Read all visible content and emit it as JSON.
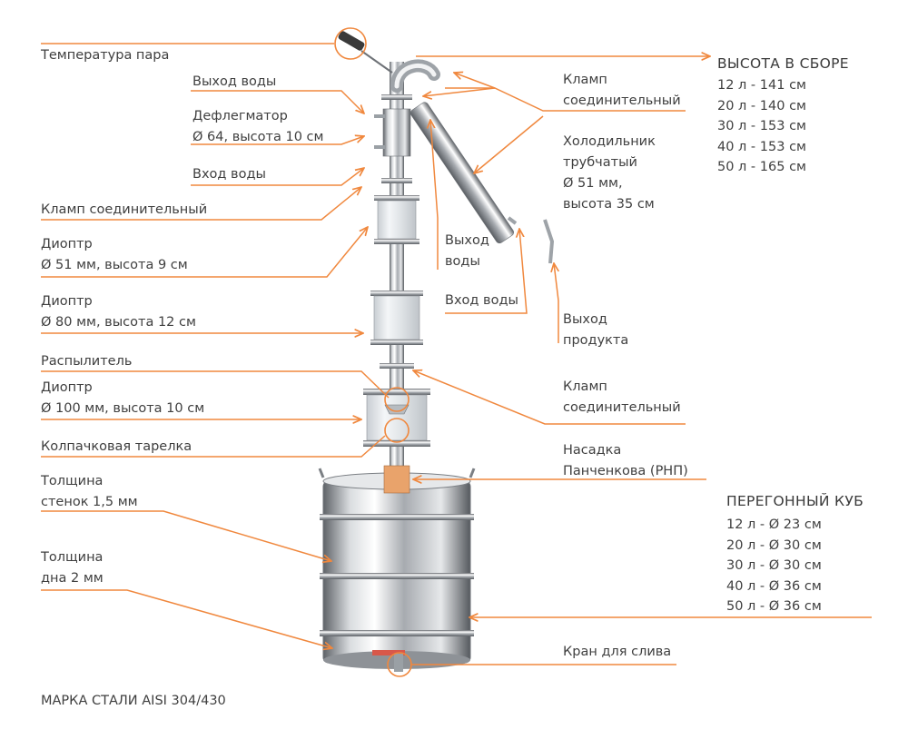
{
  "colors": {
    "accent": "#f0883e",
    "text": "#3f3f3f",
    "steel_dark": "#6e7277",
    "steel_light": "#f2f3f4"
  },
  "labels": {
    "vapor_temp": "Температура пара",
    "water_out_top": "Выход воды",
    "dephlegmator": [
      "Дефлегматор",
      "Ø 64, высота 10 см"
    ],
    "water_in_top": "Вход воды",
    "clamp_left": "Кламп соединительный",
    "diopter_51": [
      "Диоптр",
      "Ø 51 мм, высота 9 см"
    ],
    "diopter_80": [
      "Диоптр",
      "Ø 80 мм, высота 12 см"
    ],
    "sprayer": "Распылитель",
    "diopter_100": [
      "Диоптр",
      "Ø 100 мм, высота 10 см"
    ],
    "bubble_tray": "Колпачковая тарелка",
    "wall_thickness": [
      "Толщина",
      "стенок 1,5 мм"
    ],
    "bottom_thickness": [
      "Толщина",
      "дна 2 мм"
    ],
    "steel_grade": "МАРКА СТАЛИ AISI 304/430",
    "clamp_top_right": [
      "Кламп",
      "соединительный"
    ],
    "cooler": [
      "Холодильник",
      "трубчатый",
      "Ø 51 мм,",
      "высота 35 см"
    ],
    "water_out_cooler": [
      "Выход",
      "воды"
    ],
    "water_in_cooler": "Вход воды",
    "product_out": [
      "Выход",
      "продукта"
    ],
    "clamp_mid_right": [
      "Кламп",
      "соединительный"
    ],
    "panchenkov": [
      "Насадка",
      "Панченкова (РНП)"
    ],
    "drain_tap": "Кран для слива"
  },
  "height": {
    "title": "ВЫСОТА В СБОРЕ",
    "rows": [
      "12 л - 141 см",
      "20 л - 140 см",
      "30 л - 153 см",
      "40 л - 153 см",
      "50 л - 165 см"
    ]
  },
  "cube": {
    "title": "ПЕРЕГОННЫЙ КУБ",
    "rows": [
      "12 л - Ø 23 см",
      "20 л - Ø 30 см",
      "30 л - Ø 30 см",
      "40 л - Ø 36 см",
      "50 л - Ø 36 см"
    ]
  }
}
